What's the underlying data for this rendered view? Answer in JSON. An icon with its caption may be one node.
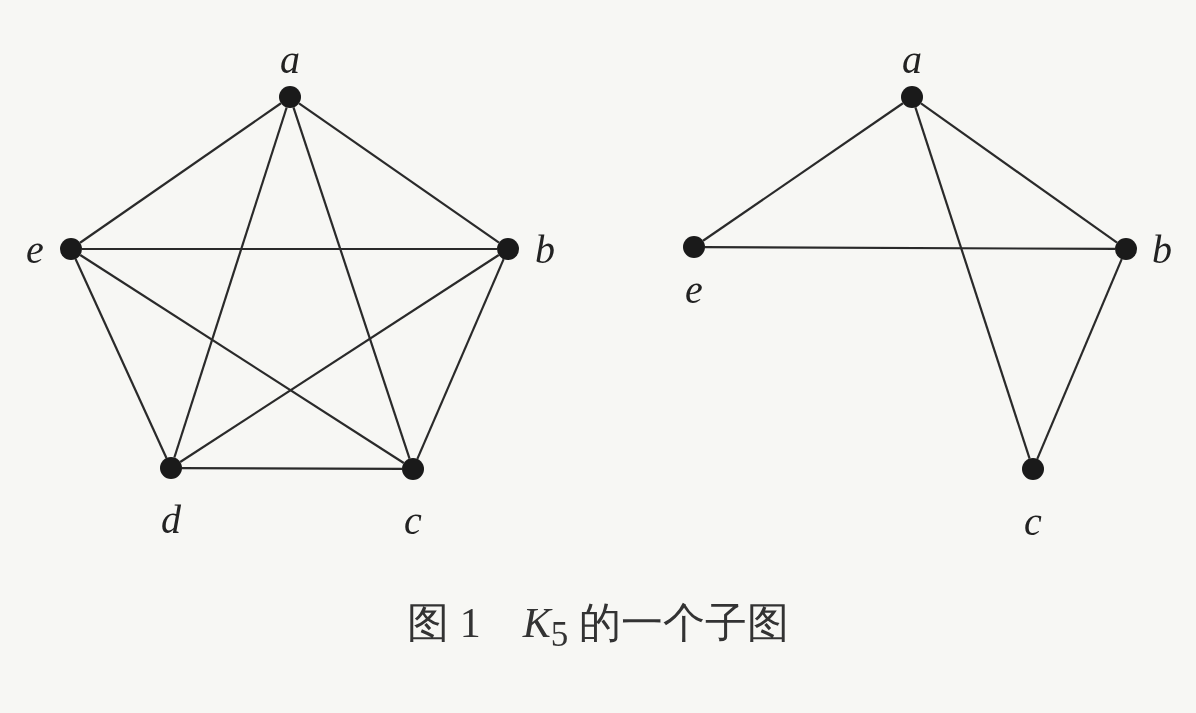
{
  "diagram": {
    "caption": "图 1　*K*$_{5}$ 的一个子图",
    "nodes": [
      {
        "text": [],
        "shape": "circle",
        "beside": [
          "a"
        ]
      },
      {
        "text": [],
        "shape": "circle",
        "beside": [
          "b"
        ]
      },
      {
        "text": [],
        "shape": "circle",
        "beside": [
          "c"
        ]
      },
      {
        "text": [],
        "shape": "circle",
        "beside": [
          "d"
        ]
      },
      {
        "text": [],
        "shape": "circle",
        "beside": [
          "e"
        ]
      },
      {
        "text": [],
        "shape": "circle",
        "beside": [
          "a"
        ]
      },
      {
        "text": [],
        "shape": "circle",
        "beside": [
          "b"
        ]
      },
      {
        "text": [],
        "shape": "circle",
        "beside": [
          "c"
        ]
      },
      {
        "text": [],
        "shape": "circle",
        "beside": [
          "e"
        ]
      }
    ],
    "edges": [
      {
        "from": 0,
        "to": 1,
        "arrow": "none"
      },
      {
        "from": 0,
        "to": 2,
        "arrow": "none"
      },
      {
        "from": 0,
        "to": 3,
        "arrow": "none"
      },
      {
        "from": 0,
        "to": 4,
        "arrow": "none"
      },
      {
        "from": 1,
        "to": 2,
        "arrow": "none"
      },
      {
        "from": 1,
        "to": 3,
        "arrow": "none"
      },
      {
        "from": 1,
        "to": 4,
        "arrow": "none"
      },
      {
        "from": 2,
        "to": 3,
        "arrow": "none"
      },
      {
        "from": 2,
        "to": 4,
        "arrow": "none"
      },
      {
        "from": 3,
        "to": 4,
        "arrow": "none"
      },
      {
        "from": 5,
        "to": 8,
        "arrow": "none"
      },
      {
        "from": 5,
        "to": 6,
        "arrow": "none"
      },
      {
        "from": 5,
        "to": 7,
        "arrow": "none"
      },
      {
        "from": 8,
        "to": 6,
        "arrow": "none"
      },
      {
        "from": 6,
        "to": 7,
        "arrow": "none"
      }
    ]
  }
}
